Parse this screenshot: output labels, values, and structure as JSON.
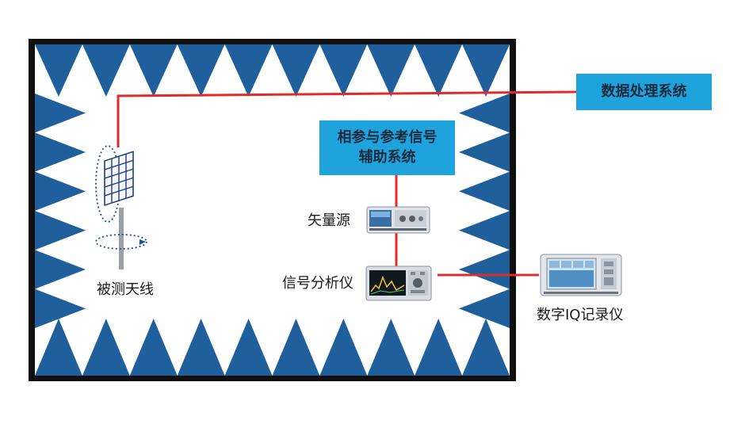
{
  "boxes": {
    "data_processing": "数据处理系统",
    "reference_line1": "相参与参考信号",
    "reference_line2": "辅助系统"
  },
  "labels": {
    "antenna": "被测天线",
    "vector_source": "矢量源",
    "signal_analyzer": "信号分析仪",
    "iq_recorder": "数字IQ记录仪"
  },
  "colors": {
    "chamber_border": "#0f0f0f",
    "absorber": "#1f5f9c",
    "connection": "#e02b2b",
    "box_fill": "#1fa3dc",
    "box_text": "#1e2a3e"
  }
}
